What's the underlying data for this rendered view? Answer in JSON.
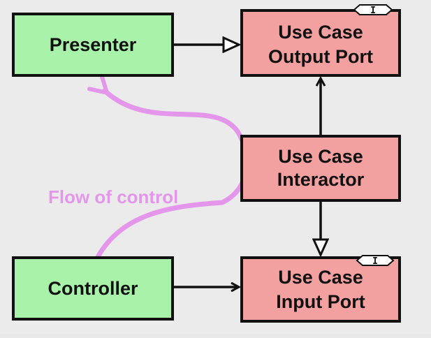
{
  "diagram": {
    "colors": {
      "background": "#ebebeb",
      "adapter_fill": "#a9f2a9",
      "usecase_fill": "#f2a0a0",
      "stroke": "#111111",
      "flow": "#e496ea"
    },
    "boxes": {
      "presenter": {
        "label": "Presenter"
      },
      "output_port": {
        "lines": [
          "Use Case",
          "Output Port"
        ],
        "marker": "I"
      },
      "interactor": {
        "lines": [
          "Use Case",
          "Interactor"
        ]
      },
      "controller": {
        "label": "Controller"
      },
      "input_port": {
        "lines": [
          "Use Case",
          "Input Port"
        ],
        "marker": "I"
      }
    },
    "flow_label": "Flow of control"
  }
}
